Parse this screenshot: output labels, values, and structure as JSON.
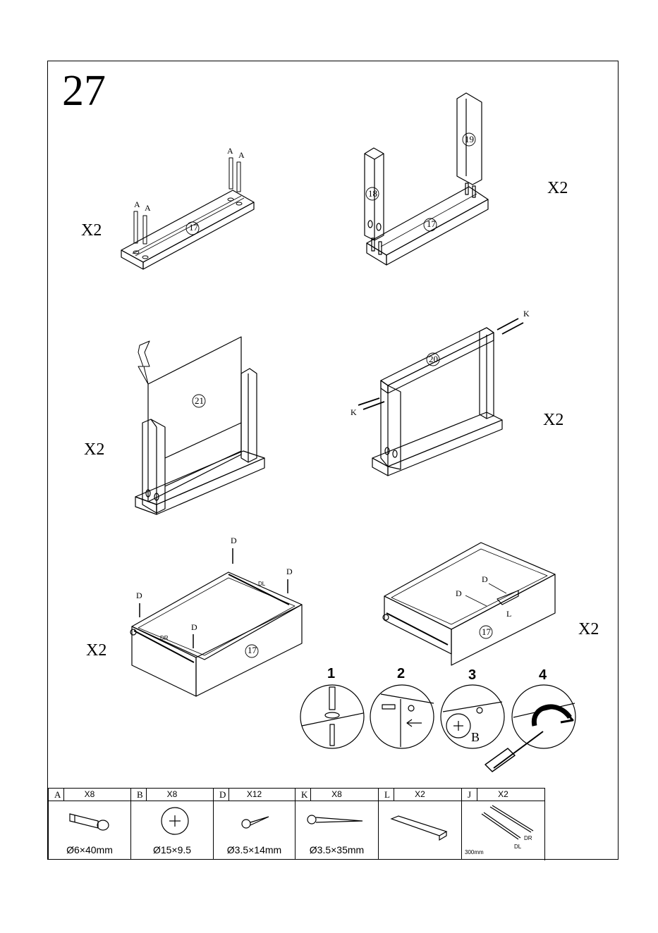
{
  "page": {
    "step": "27"
  },
  "multipliers": {
    "m1": "X2",
    "m2": "X2",
    "m3": "X2",
    "m4": "X2",
    "m5": "X2",
    "m6": "X2"
  },
  "part_labels": {
    "p17a": "17",
    "p17b": "17",
    "p18": "18",
    "p19": "19",
    "p20": "20",
    "p21": "21",
    "p17c": "17",
    "p17d": "17"
  },
  "hardware_labels": {
    "a": "A",
    "d": "D",
    "k": "K",
    "l": "L",
    "b": "B",
    "dr": "DR",
    "dl": "DL"
  },
  "substeps": [
    "1",
    "2",
    "3",
    "4"
  ],
  "parts_table": [
    {
      "code": "A",
      "qty": "X8",
      "size": "Ø6×40mm",
      "icon": "cam-bolt-icon"
    },
    {
      "code": "B",
      "qty": "X8",
      "size": "Ø15×9.5",
      "icon": "cam-lock-icon"
    },
    {
      "code": "D",
      "qty": "X12",
      "size": "Ø3.5×14mm",
      "icon": "short-screw-icon"
    },
    {
      "code": "K",
      "qty": "X8",
      "size": "Ø3.5×35mm",
      "icon": "long-screw-icon"
    },
    {
      "code": "L",
      "qty": "X2",
      "size": "",
      "icon": "handle-icon"
    },
    {
      "code": "J",
      "qty": "X2",
      "size": "300mm",
      "icon": "drawer-runner-icon",
      "dr": "DR",
      "dl": "DL"
    }
  ]
}
